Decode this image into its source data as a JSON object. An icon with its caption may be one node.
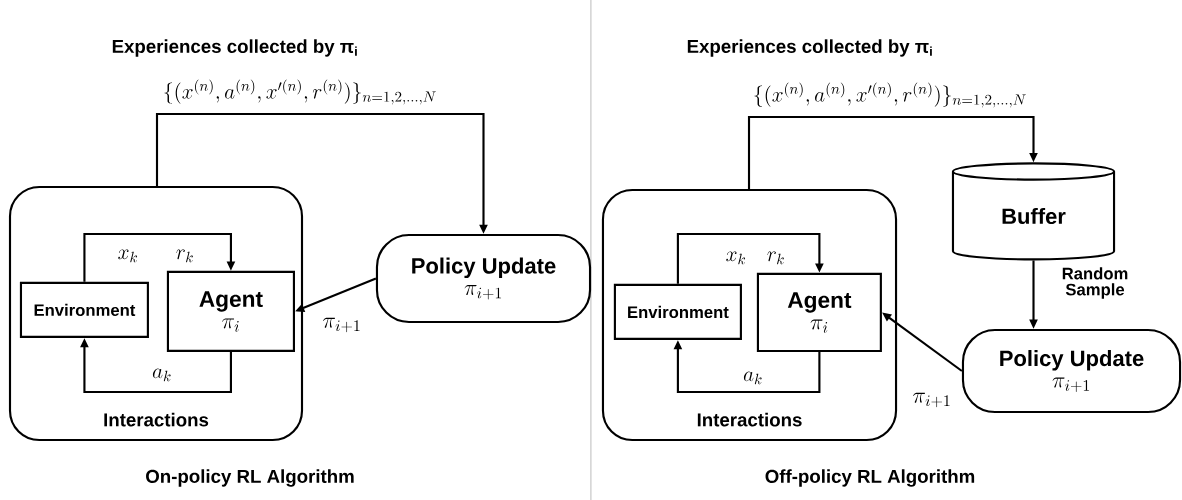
{
  "diagram": {
    "nodes": [
      {
        "text": [
          "Interactions"
        ]
      },
      {
        "text": [
          "Environment"
        ],
        "in": 0
      },
      {
        "text": [
          "Agent",
          "\\pi_{i}"
        ],
        "in": 0
      },
      {
        "text": [
          "Policy Update",
          "\\pi_{i+1}"
        ]
      },
      {
        "text": [
          "Interactions"
        ]
      },
      {
        "text": [
          "Environment"
        ],
        "in": 4
      },
      {
        "text": [
          "Agent",
          "\\pi_{i}"
        ],
        "in": 4
      },
      {
        "text": [
          "Buffer"
        ]
      },
      {
        "text": [
          "Policy Update",
          "\\pi_{i+1}"
        ]
      }
    ],
    "edges": [
      {
        "from": 1,
        "to": 2,
        "arrow": "to",
        "label": "x_{k}"
      },
      {
        "from": 2,
        "to": 1,
        "arrow": "to",
        "label": "a_{k}"
      },
      {
        "from": 0,
        "to": 3,
        "arrow": "to",
        "label": "\\{(x^{(n)}, a^{(n)}, x'^{(n)}, r^{(n)})\\}_{n=1,2,\\ldots,N}"
      },
      {
        "from": 3,
        "to": 2,
        "arrow": "to",
        "label": "\\pi_{i+1}"
      },
      {
        "from": 5,
        "to": 6,
        "arrow": "to",
        "label": "x_{k}"
      },
      {
        "from": 6,
        "to": 5,
        "arrow": "to",
        "label": "a_{k}"
      },
      {
        "from": 4,
        "to": 7,
        "arrow": "to",
        "label": "\\{(x^{(n)}, a^{(n)}, x'^{(n)}, r^{(n)})\\}_{n=1,2,\\ldots,N}"
      },
      {
        "from": 7,
        "to": 8,
        "arrow": "to",
        "label": "Random Sample"
      },
      {
        "from": 8,
        "to": 6,
        "arrow": "to",
        "label": "\\pi_{i+1}"
      }
    ],
    "labels": [
      "Experiences collected by π$_{i}$",
      "r_{k}",
      "On-policy RL Algorithm",
      "Experiences collected by π$_{i}$",
      "r_{k}",
      "Off-policy RL Algorithm"
    ]
  }
}
